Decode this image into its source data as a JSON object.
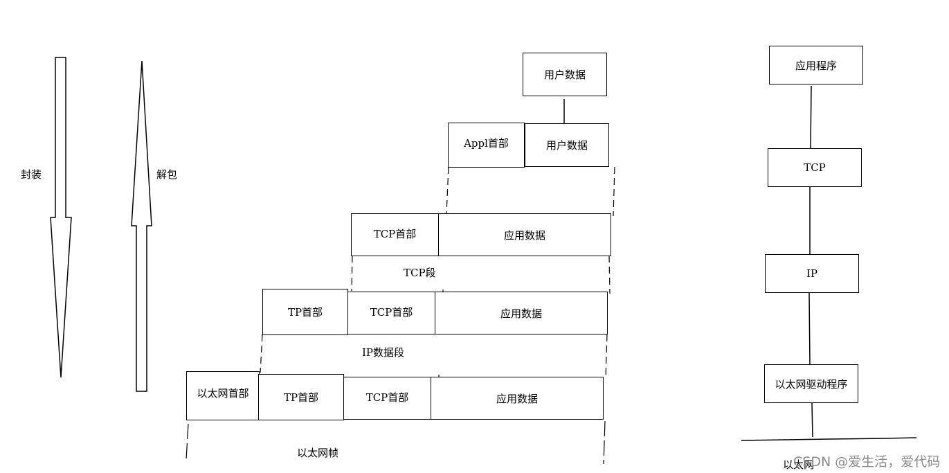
{
  "side_labels": {
    "encapsulate": "封装",
    "decapsulate": "解包"
  },
  "encapsulation": {
    "user_data_top": "用户数据",
    "app_layer": {
      "header": "Appl首部",
      "payload": "用户数据"
    },
    "tcp_layer": {
      "header": "TCP首部",
      "payload": "应用数据",
      "caption": "TCP段"
    },
    "ip_layer": {
      "ip_header": "TP首部",
      "tcp_header": "TCP首部",
      "payload": "应用数据",
      "caption": "IP数据段"
    },
    "ethernet_layer": {
      "eth_header": "以太网首部",
      "ip_header": "TP首部",
      "tcp_header": "TCP首部",
      "payload": "应用数据",
      "caption": "以太网帧"
    }
  },
  "stack": {
    "layers": [
      "应用程序",
      "TCP",
      "IP",
      "以太网驱动程序"
    ],
    "medium": "以太网"
  },
  "watermark": "CSDN @爱生活，爱代码"
}
